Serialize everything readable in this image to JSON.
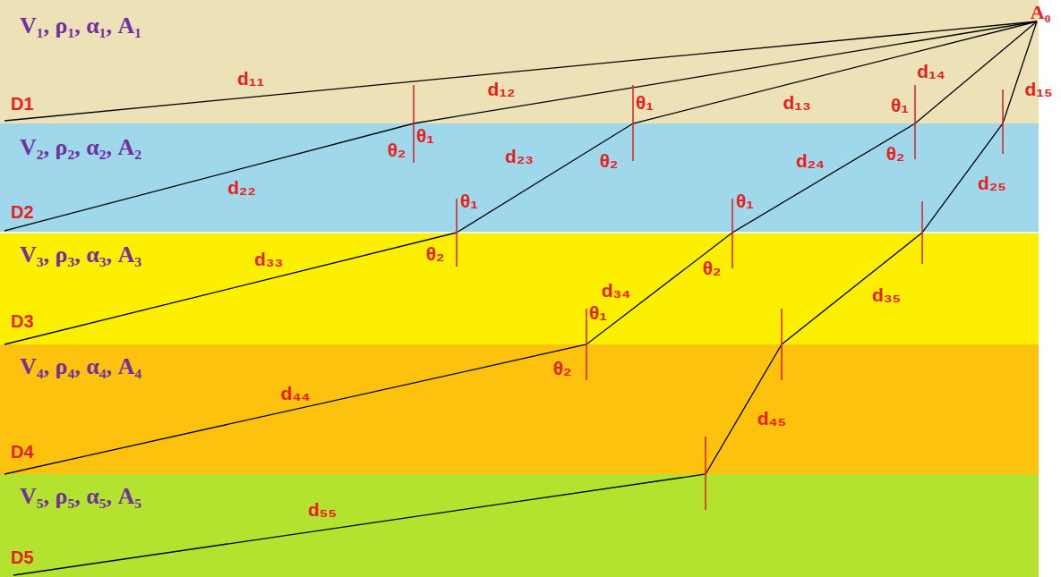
{
  "diagram": {
    "nodes": [
      {
        "text": [
          "V₁, ρ₁, α₁, A₁",
          "D1"
        ]
      },
      {
        "text": [
          "V₂, ρ₂, α₂, A₂",
          "D2"
        ]
      },
      {
        "text": [
          "V₃, ρ₃, α₃, A₃",
          "D3"
        ]
      },
      {
        "text": [
          "V₄, ρ₄, α₄, A₄",
          "D4"
        ]
      },
      {
        "text": [
          "V₅, ρ₅, α₅, A₅",
          "D5"
        ]
      }
    ],
    "labels": [
      "A₀",
      "d₁₁",
      "d₁₂",
      "d₁₃",
      "d₁₄",
      "d₁₅",
      "d₂₂",
      "d₂₃",
      "d₂₄",
      "d₂₅",
      "d₃₃",
      "d₃₄",
      "d₃₅",
      "d₄₄",
      "d₄₅",
      "d₅₅",
      "θ₁",
      "θ₂",
      "θ₁",
      "θ₂",
      "θ₁",
      "θ₂",
      "θ₁",
      "θ₂",
      "θ₁",
      "θ₂",
      "θ₁",
      "θ₂"
    ]
  }
}
